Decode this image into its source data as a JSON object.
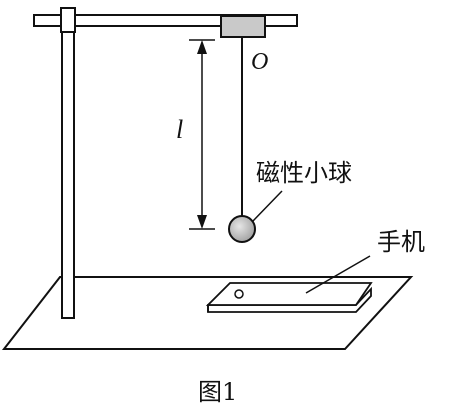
{
  "diagram": {
    "pivot_label": "O",
    "length_label": "l",
    "ball_label": "磁性小球",
    "phone_label": "手机",
    "caption": "图1"
  }
}
